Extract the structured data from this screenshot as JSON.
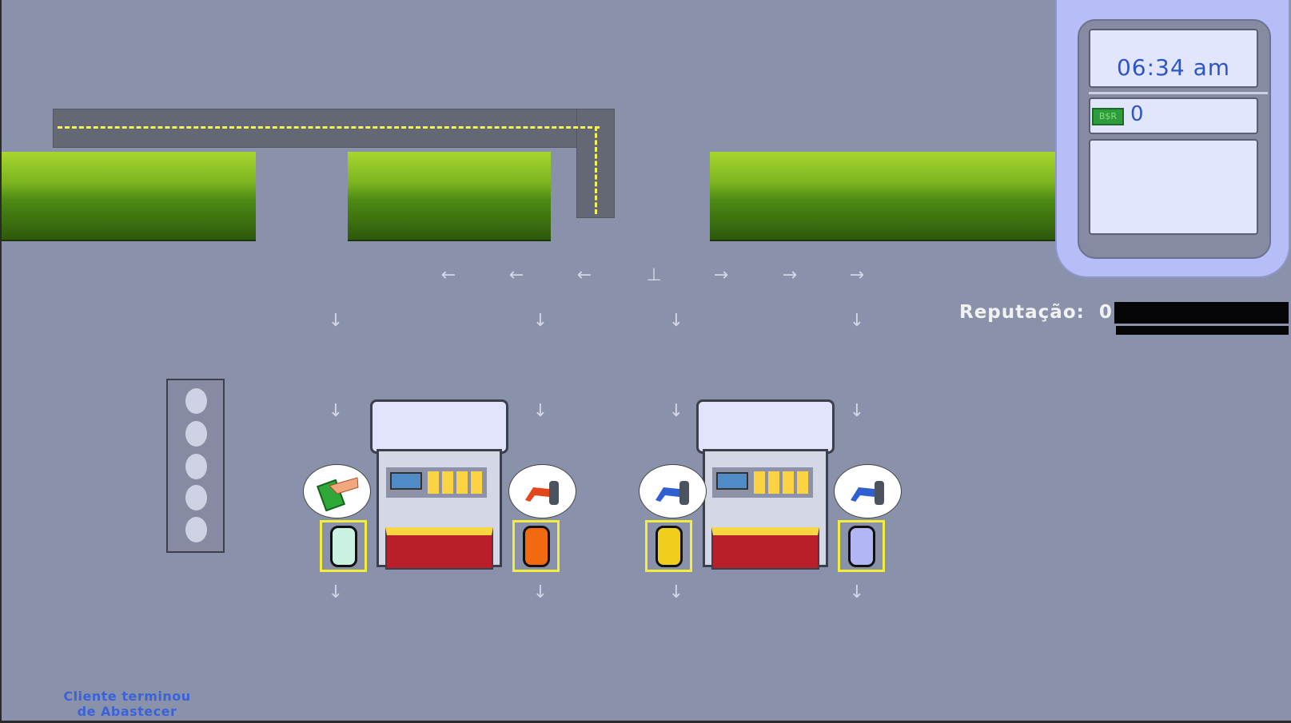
{
  "hud": {
    "time": "06:34 am",
    "money": "0",
    "currency_icon": "B$R"
  },
  "reputation": {
    "label": "Reputação:",
    "value": "0",
    "bar_fill": 0
  },
  "queue": {
    "slots": 5
  },
  "customers": [
    {
      "request": "payment",
      "car_color": "#c9f2e0"
    },
    {
      "request": "fuel",
      "fuel_color": "#e2461a",
      "car_color": "#f26a10"
    },
    {
      "request": "fuel",
      "fuel_color": "#2f5fd0",
      "car_color": "#f0cf1c"
    },
    {
      "request": "fuel",
      "fuel_color": "#2f5fd0",
      "car_color": "#b3b6f4"
    }
  ],
  "status_message": {
    "line1": "Cliente terminou",
    "line2": "de Abastecer"
  },
  "colors": {
    "background": "#8a91ab",
    "accent": "#2c56c6",
    "highlight": "#f3ee3b"
  }
}
